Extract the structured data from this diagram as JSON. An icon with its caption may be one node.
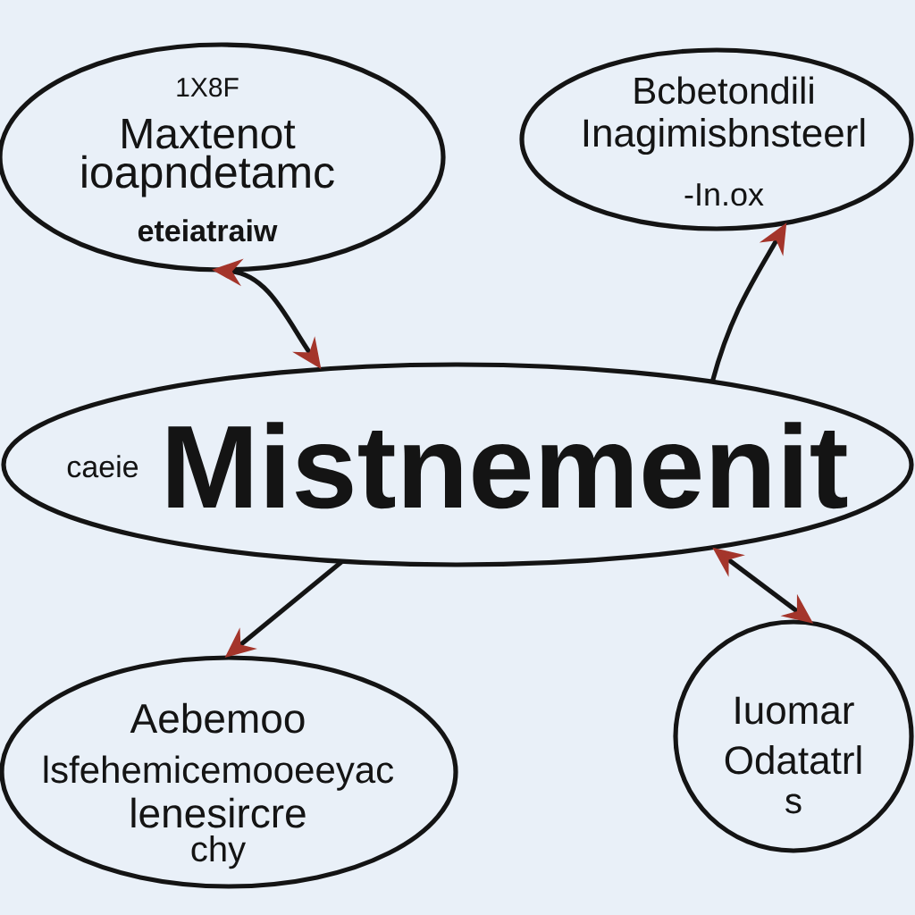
{
  "diagram": {
    "nodes": [
      {
        "text": [
          "1X8F",
          "Maxtenot",
          "ioapndetamc",
          "eteiatraiw"
        ]
      },
      {
        "text": [
          "Bcbetondili",
          "Inagimisbnsteerl",
          "-In.ox"
        ]
      },
      {
        "text": [
          "caeie",
          "Mistnemenit"
        ]
      },
      {
        "text": [
          "Aebemoo",
          "lsfehemicemooeeyac",
          "lenesircre",
          "chy"
        ]
      },
      {
        "text": [
          "Iuomar",
          "Odatatrl",
          "s"
        ]
      }
    ],
    "edges": [
      {
        "from": 0,
        "to": 2,
        "arrow": "both"
      },
      {
        "from": 2,
        "to": 1,
        "arrow": "to"
      },
      {
        "from": 2,
        "to": 3,
        "arrow": "to"
      },
      {
        "from": 2,
        "to": 4,
        "arrow": "both"
      }
    ]
  }
}
